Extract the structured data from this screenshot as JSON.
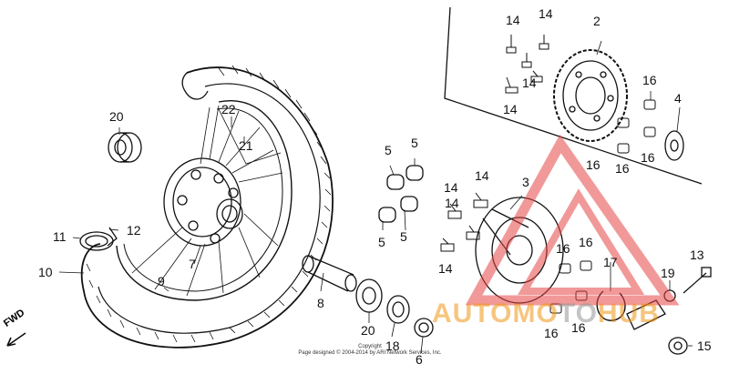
{
  "labels": {
    "l2": "2",
    "l3": "3",
    "l4": "4",
    "l5a": "5",
    "l5b": "5",
    "l5c": "5",
    "l5d": "5",
    "l6": "6",
    "l7": "7",
    "l8": "8",
    "l9": "9",
    "l10": "10",
    "l11": "11",
    "l12": "12",
    "l13": "13",
    "l14a": "14",
    "l14b": "14",
    "l14c": "14",
    "l14d": "14",
    "l14e": "14",
    "l14f": "14",
    "l14g": "14",
    "l14h": "14",
    "l15": "15",
    "l16a": "16",
    "l16b": "16",
    "l16c": "16",
    "l16d": "16",
    "l16e": "16",
    "l16f": "16",
    "l16g": "16",
    "l16h": "16",
    "l17": "17",
    "l18": "18",
    "l19": "19",
    "l20a": "20",
    "l20b": "20",
    "l21": "21",
    "l22": "22"
  },
  "fwd_label": "FWD",
  "copyright_line1": "Copyright",
  "copyright_line2": "Page designed © 2004-2014 by ARI Network Services, Inc.",
  "watermark": {
    "part1": "AUTOMO",
    "part2": "TO",
    "part3": "HUB",
    "colors": {
      "triangle": "#e64545",
      "text": "#ef9614",
      "grey": "#9a9a9a"
    }
  }
}
